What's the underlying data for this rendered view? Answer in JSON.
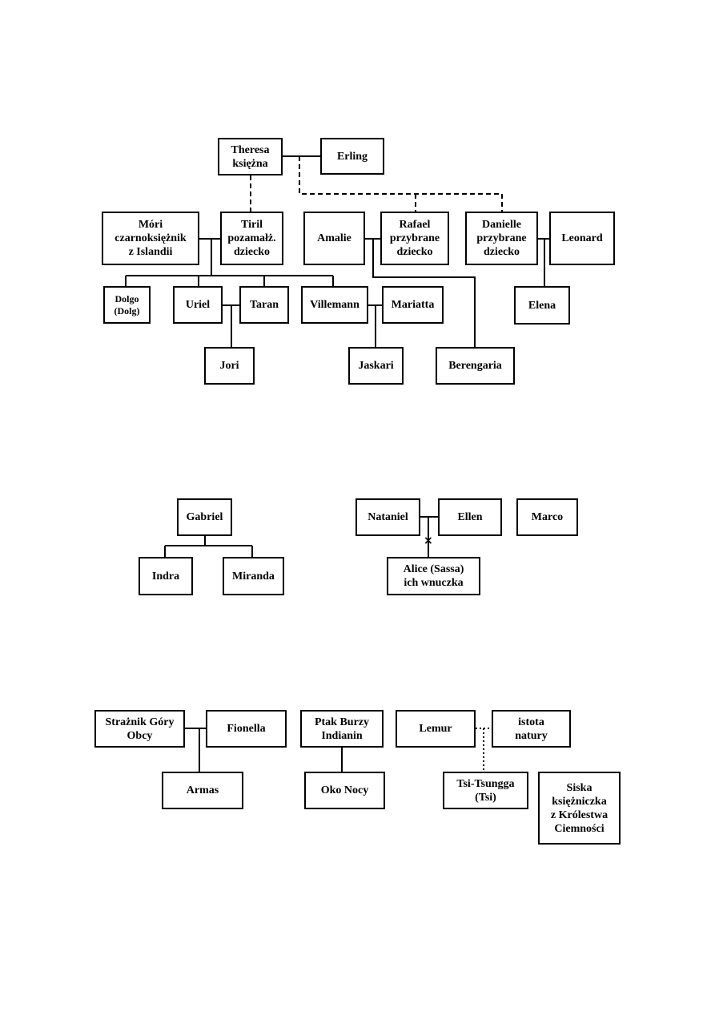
{
  "tree1": {
    "theresa": "Theresa\nksiężna",
    "erling": "Erling",
    "mori": "Móri\nczarnoksiężnik\nz Islandii",
    "tiril": "Tiril\npozamałż.\ndziecko",
    "amalie": "Amalie",
    "rafael": "Rafael\nprzybrane\ndziecko",
    "danielle": "Danielle\nprzybrane\ndziecko",
    "leonard": "Leonard",
    "dolgo": "Dolgo\n(Dolg)",
    "uriel": "Uriel",
    "taran": "Taran",
    "villemann": "Villemann",
    "mariatta": "Mariatta",
    "elena": "Elena",
    "jori": "Jori",
    "jaskari": "Jaskari",
    "berengaria": "Berengaria"
  },
  "tree2": {
    "gabriel": "Gabriel",
    "indra": "Indra",
    "miranda": "Miranda",
    "nataniel": "Nataniel",
    "ellen": "Ellen",
    "marco": "Marco",
    "alice": "Alice (Sassa)\nich wnuczka",
    "cross_mark": "×"
  },
  "tree3": {
    "straznik": "Strażnik Góry\nObcy",
    "fionella": "Fionella",
    "armas": "Armas",
    "ptak": "Ptak Burzy\nIndianin",
    "oko": "Oko Nocy",
    "lemur": "Lemur",
    "istota": "istota\nnatury",
    "tsi": "Tsi-Tsungga\n(Tsi)",
    "siska": "Siska\nksiężniczka\nz Królestwa\nCiemności"
  }
}
